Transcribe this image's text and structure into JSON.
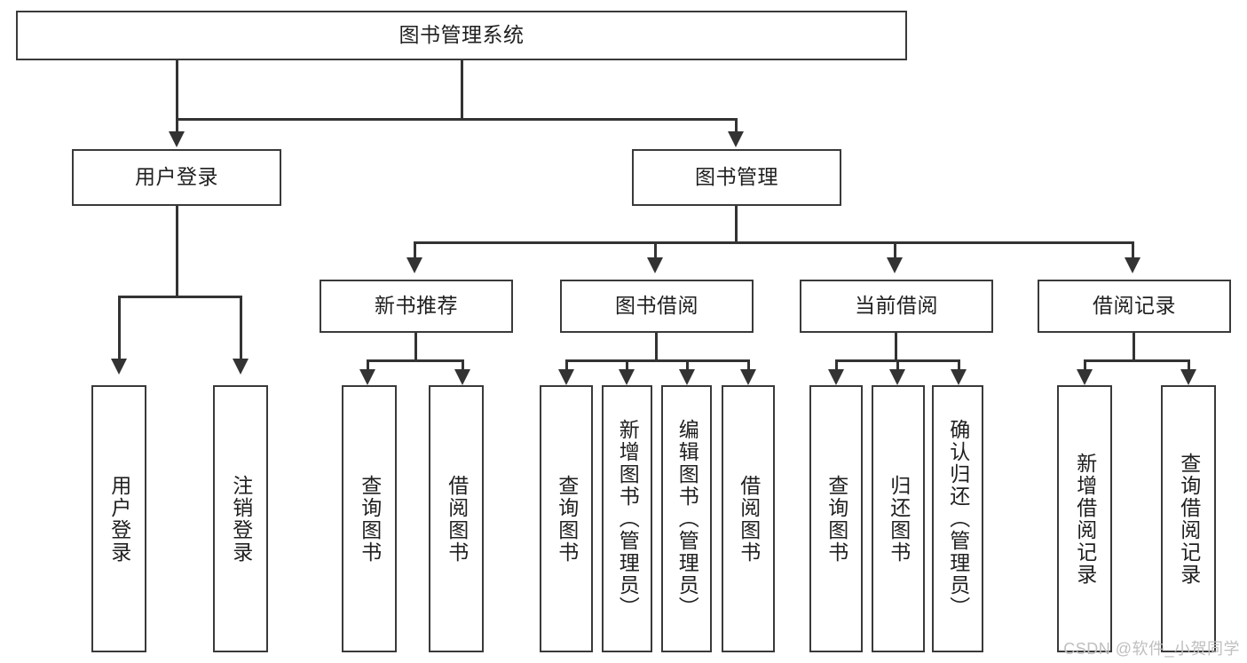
{
  "diagram": {
    "title": "图书管理系统",
    "type": "tree",
    "root": {
      "label": "图书管理系统"
    },
    "level2": [
      {
        "label": "用户登录"
      },
      {
        "label": "图书管理"
      }
    ],
    "level3": [
      {
        "label": "新书推荐"
      },
      {
        "label": "图书借阅"
      },
      {
        "label": "当前借阅"
      },
      {
        "label": "借阅记录"
      }
    ],
    "leaves": {
      "user_login": [
        {
          "label": "用户登录"
        },
        {
          "label": "注销登录"
        }
      ],
      "new_book_recommend": [
        {
          "label": "查询图书"
        },
        {
          "label": "借阅图书"
        }
      ],
      "book_borrow": [
        {
          "label": "查询图书"
        },
        {
          "label": "新增图书（管理员）"
        },
        {
          "label": "编辑图书（管理员）"
        },
        {
          "label": "借阅图书"
        }
      ],
      "current_borrow": [
        {
          "label": "查询图书"
        },
        {
          "label": "归还图书"
        },
        {
          "label": "确认归还（管理员）"
        }
      ],
      "borrow_record": [
        {
          "label": "新增借阅记录"
        },
        {
          "label": "查询借阅记录"
        }
      ]
    }
  },
  "watermark": {
    "text": "CSDN @软件_小贺同学"
  },
  "colors": {
    "stroke": "#333333",
    "box_border": "#3a3a3a",
    "text": "#1f1f1f",
    "background": "#ffffff",
    "watermark": "#bfbfbf"
  }
}
